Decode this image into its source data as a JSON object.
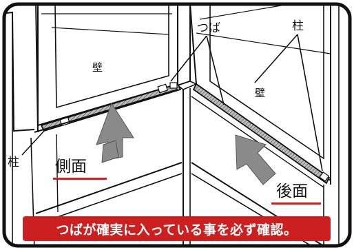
{
  "labels": {
    "wall_left": "壁",
    "wall_right": "壁",
    "tsuba": "つば",
    "pillar_top": "柱",
    "pillar_left": "柱",
    "side": "側面",
    "back": "後面"
  },
  "banner": {
    "text": "つばが確実に入っている事を必ず確認。"
  },
  "colors": {
    "banner": "#cc1f1f",
    "underline": "#d02020",
    "arrow": "#8a8a8a",
    "frame": "#111111"
  }
}
